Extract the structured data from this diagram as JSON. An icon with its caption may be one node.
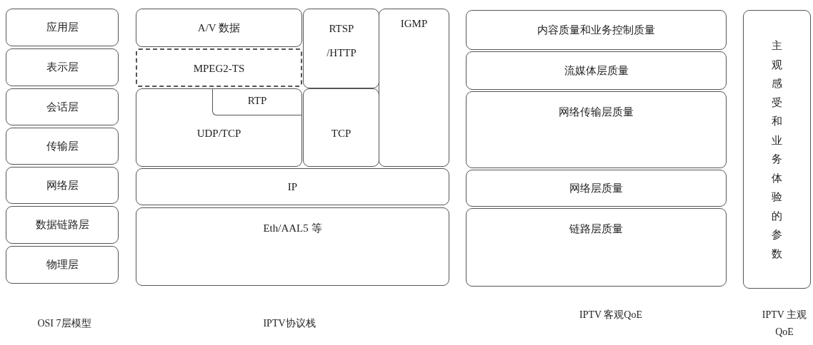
{
  "diagram": {
    "nodes": [
      {
        "text": [
          "应用层"
        ]
      },
      {
        "text": [
          "表示层"
        ]
      },
      {
        "text": [
          "会话层"
        ]
      },
      {
        "text": [
          "传输层"
        ]
      },
      {
        "text": [
          "网络层"
        ]
      },
      {
        "text": [
          "数据链路层"
        ]
      },
      {
        "text": [
          "物理层"
        ]
      },
      {
        "text": [
          "A/V 数据"
        ]
      },
      {
        "text": [
          "MPEG2-TS"
        ]
      },
      {
        "text": [
          "UDP/TCP"
        ]
      },
      {
        "text": [
          "RTP"
        ],
        "in": 9
      },
      {
        "text": [
          "RTSP /HTTP"
        ]
      },
      {
        "text": [
          "TCP"
        ]
      },
      {
        "text": [
          "IGMP"
        ]
      },
      {
        "text": [
          "IP"
        ]
      },
      {
        "text": [
          "Eth/AAL5 等"
        ]
      },
      {
        "text": [
          "内容质量和业务控制质量"
        ]
      },
      {
        "text": [
          "流媒体层质量"
        ]
      },
      {
        "text": [
          "网络传输层质量"
        ]
      },
      {
        "text": [
          "网络层质量"
        ]
      },
      {
        "text": [
          "链路层质量"
        ]
      },
      {
        "text": [
          "主观感受和业务体验的参数"
        ]
      }
    ],
    "labels": [
      "OSI 7层模型",
      "IPTV协议栈",
      "IPTV 客观QoE",
      "IPTV 主观QoE"
    ]
  }
}
